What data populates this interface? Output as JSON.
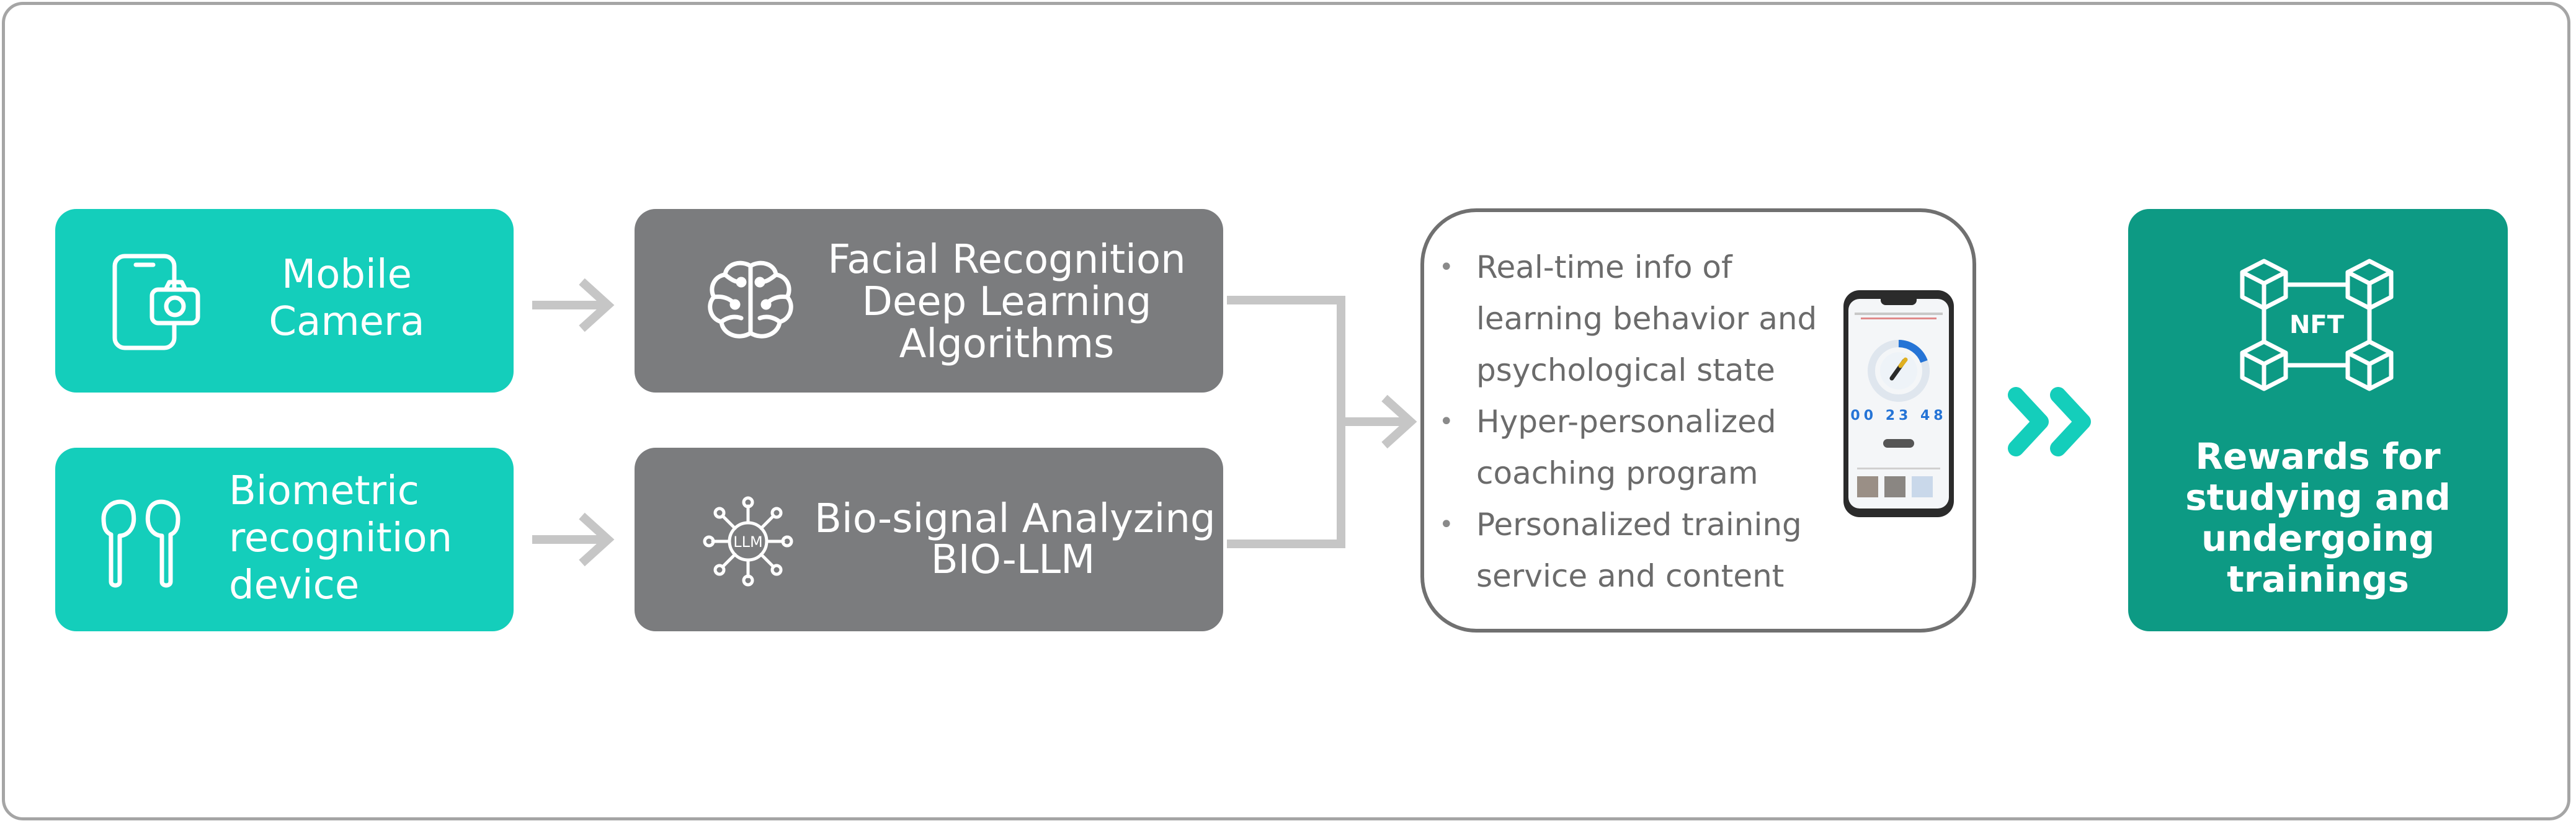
{
  "inputs": [
    {
      "id": "mobile-camera",
      "lines": [
        "Mobile",
        "Camera"
      ],
      "icon": "smartphone-camera-icon"
    },
    {
      "id": "biometric-device",
      "lines": [
        "Biometric",
        "recognition",
        "device"
      ],
      "icon": "earbuds-icon"
    }
  ],
  "processors": [
    {
      "id": "facial-recognition",
      "lines": [
        "Facial Recognition",
        "Deep Learning",
        "Algorithms"
      ],
      "icon": "brain-icon"
    },
    {
      "id": "bio-signal",
      "lines": [
        "Bio-signal Analyzing",
        "BIO-LLM"
      ],
      "icon": "llm-network-icon",
      "icon_text": "LLM"
    }
  ],
  "services": {
    "items": [
      "Real-time info of\nlearning behavior and\npsychological state",
      "Hyper-personalized\ncoaching program",
      "Personalized training\nservice and content"
    ],
    "phone": {
      "timer_hours": "00",
      "timer_minutes": "23",
      "timer_seconds": "48"
    }
  },
  "output": {
    "lines": [
      "Rewards for",
      "studying and",
      "undergoing",
      "trainings"
    ],
    "icon": "nft-blocks-icon",
    "icon_text": "NFT"
  },
  "colors": {
    "teal": "#14cebb",
    "gray": "#7b7c7e",
    "dark_teal": "#0d9a84",
    "arrow": "#c6c6c6",
    "chevron": "#14cebb"
  }
}
